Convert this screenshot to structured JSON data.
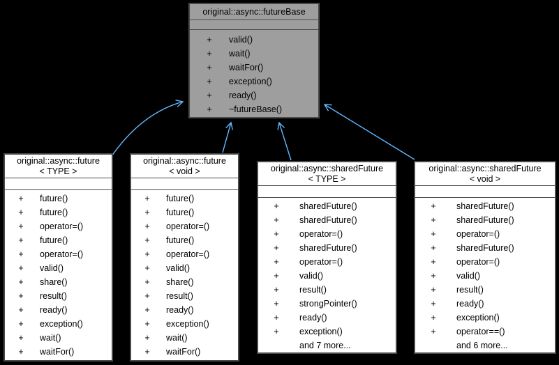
{
  "diagram": {
    "type": "uml-class-inheritance",
    "visibility_symbol": "+",
    "colors": {
      "background": "#000000",
      "arrow": "#63b8ff",
      "base_class_fill": "#9e9e9e",
      "derived_class_fill": "#ffffff",
      "border": "#4a4a4a",
      "text": "#000000"
    },
    "classes": [
      {
        "name": "original::async::futureBase",
        "role": "base",
        "title_lines": [
          "original::async::futureBase"
        ],
        "methods": [
          "valid()",
          "wait()",
          "waitFor()",
          "exception()",
          "ready()",
          "~futureBase()"
        ]
      },
      {
        "name": "original::async::future< TYPE >",
        "role": "derived",
        "title_lines": [
          "original::async::future",
          "< TYPE >"
        ],
        "methods": [
          "future()",
          "future()",
          "operator=()",
          "future()",
          "operator=()",
          "valid()",
          "share()",
          "result()",
          "ready()",
          "exception()",
          "wait()",
          "waitFor()"
        ]
      },
      {
        "name": "original::async::future< void >",
        "role": "derived",
        "title_lines": [
          "original::async::future",
          "< void >"
        ],
        "methods": [
          "future()",
          "future()",
          "operator=()",
          "future()",
          "operator=()",
          "valid()",
          "share()",
          "result()",
          "ready()",
          "exception()",
          "wait()",
          "waitFor()"
        ]
      },
      {
        "name": "original::async::sharedFuture< TYPE >",
        "role": "derived",
        "title_lines": [
          "original::async::sharedFuture",
          "< TYPE >"
        ],
        "methods": [
          "sharedFuture()",
          "sharedFuture()",
          "operator=()",
          "sharedFuture()",
          "operator=()",
          "valid()",
          "result()",
          "strongPointer()",
          "ready()",
          "exception()"
        ],
        "more_label": "and 7 more..."
      },
      {
        "name": "original::async::sharedFuture< void >",
        "role": "derived",
        "title_lines": [
          "original::async::sharedFuture",
          "< void >"
        ],
        "methods": [
          "sharedFuture()",
          "sharedFuture()",
          "operator=()",
          "sharedFuture()",
          "operator=()",
          "valid()",
          "result()",
          "ready()",
          "exception()",
          "operator==()"
        ],
        "more_label": "and 6 more..."
      }
    ]
  }
}
